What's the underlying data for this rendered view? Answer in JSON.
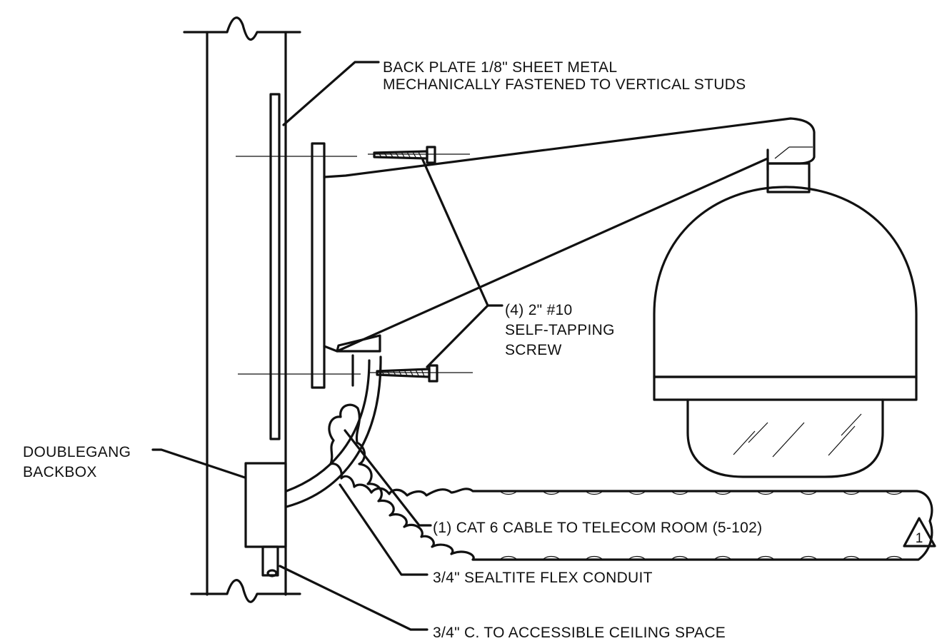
{
  "labels": {
    "back_plate_line1": "BACK PLATE 1/8\" SHEET METAL",
    "back_plate_line2": "MECHANICALLY FASTENED TO VERTICAL STUDS",
    "screw_line1": "(4) 2\" #10",
    "screw_line2": "SELF-TAPPING",
    "screw_line3": "SCREW",
    "backbox_line1": "DOUBLEGANG",
    "backbox_line2": "BACKBOX",
    "cable": "(1) CAT 6 CABLE TO TELECOM ROOM (5-102)",
    "conduit_flex": "3/4\" SEALTITE FLEX CONDUIT",
    "conduit_ceiling": "3/4\" C. TO ACCESSIBLE CEILING SPACE"
  },
  "revision": {
    "number": "1"
  }
}
